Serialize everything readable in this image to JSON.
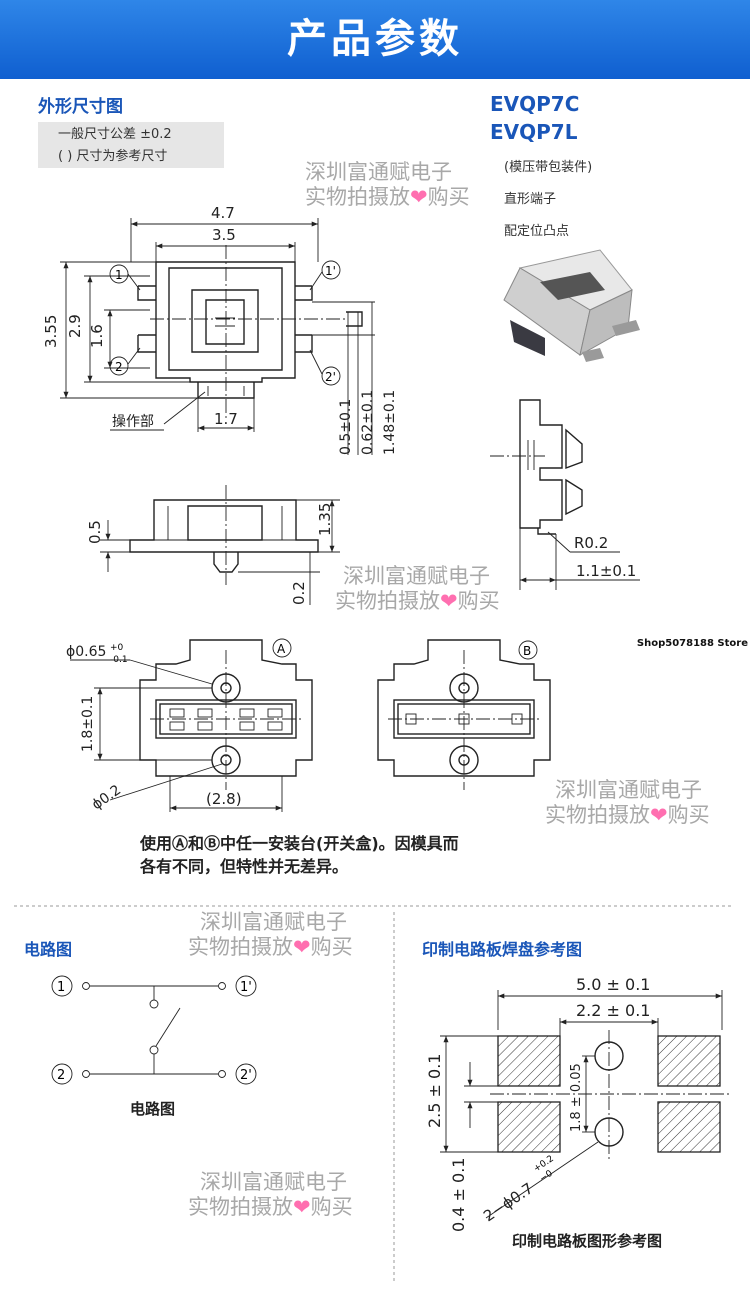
{
  "header": {
    "title": "产品参数"
  },
  "outline": {
    "title": "外形尺寸图",
    "tolerance_lines": [
      "一般尺寸公差 ±0.2",
      "(  ) 尺寸为参考尺寸"
    ]
  },
  "models": {
    "model1": "EVQP7C",
    "model2": "EVQP7L"
  },
  "features": [
    "(模压带包装件)",
    "直形端子",
    "配定位凸点"
  ],
  "dimensions": {
    "d_4_7": "4.7",
    "d_3_5": "3.5",
    "d_3_55": "3.55",
    "d_2_9": "2.9",
    "d_1_6": "1.6",
    "d_1_7": "1.7",
    "d_05": "0.5±0.1",
    "d_062": "0.62±0.1",
    "d_148": "1.48±0.1",
    "operation": "操作部",
    "side_05": "0.5",
    "side_135": "1.35",
    "side_02": "0.2",
    "r02": "R0.2",
    "d_11": "1.1±0.1",
    "phi065": "ϕ0.65",
    "phi065_tol_top": "+0",
    "phi065_tol_bot": "-0.1",
    "d_18": "1.8±0.1",
    "phi02": "ϕ0.2",
    "d_28": "(2.8)",
    "mark_a": "A",
    "mark_b": "B",
    "t1": "1",
    "t1p": "1'",
    "t2": "2",
    "t2p": "2'"
  },
  "notes": {
    "line1": "使用Ⓐ和Ⓑ中任一安装台(开关盒)。因模具而",
    "line2": "各有不同，但特性并无差异。"
  },
  "watermark": {
    "line1": "深圳富通赋电子",
    "line2_a": "实物拍摄放",
    "heart": "❤",
    "line2_b": "购买"
  },
  "shop_label": "Shop5078188 Store",
  "circuit": {
    "title": "电路图",
    "caption": "电路图",
    "t1": "1",
    "t1p": "1'",
    "t2": "2",
    "t2p": "2'"
  },
  "pcb": {
    "title": "印制电路板焊盘参考图",
    "caption": "印制电路板图形参考图",
    "d_50": "5.0 ± 0.1",
    "d_22": "2.2 ± 0.1",
    "d_25": "2.5 ± 0.1",
    "d_18": "1.8 ± 0.05",
    "d_04": "0.4 ± 0.1",
    "hole": "2−ϕ0.7",
    "hole_tol_top": "+0.2",
    "hole_tol_bot": "−0"
  },
  "colors": {
    "banner": "#1a6fe0",
    "accent": "#1a56b8",
    "watermark": "#a8a8a8",
    "heart": "#ff6fb0"
  }
}
